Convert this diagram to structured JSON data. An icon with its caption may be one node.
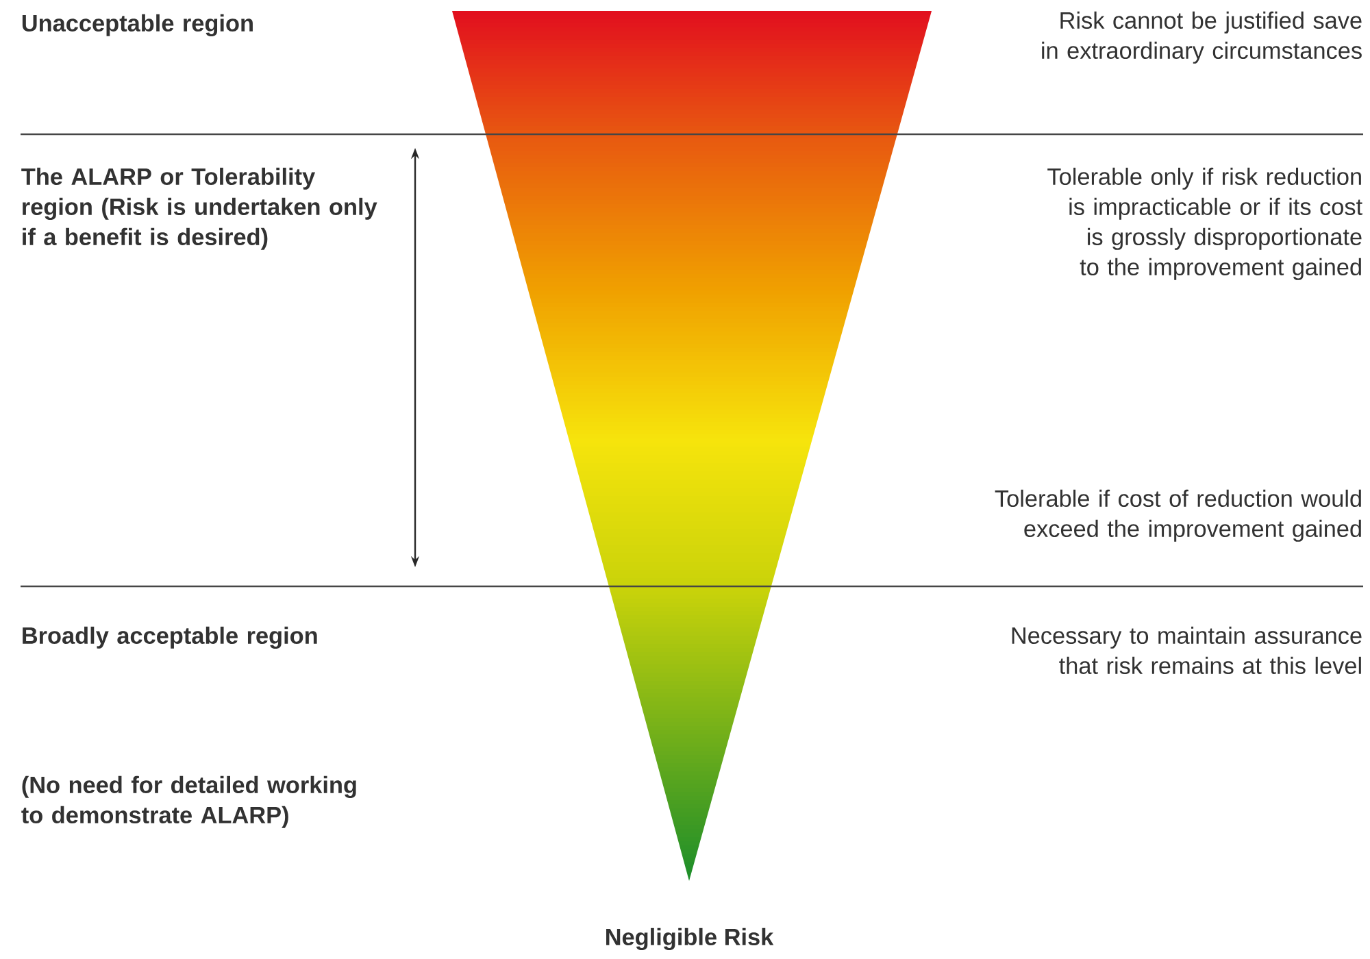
{
  "diagram": {
    "labels": [
      "Unacceptable region",
      "Risk cannot be justified save in extraordinary circumstances",
      "The ALARP or Tolerability region (Risk is undertaken only if a benefit is desired)",
      "Tolerable only if risk reduction is impracticable or if its cost is grossly disproportionate to the improvement gained",
      "Tolerable if cost of reduction would exceed the improvement gained",
      "Broadly acceptable region",
      "Necessary to maintain assurance that risk remains at this level",
      "(No need for detailed working to demonstrate ALARP)",
      "Negligible Risk"
    ]
  }
}
